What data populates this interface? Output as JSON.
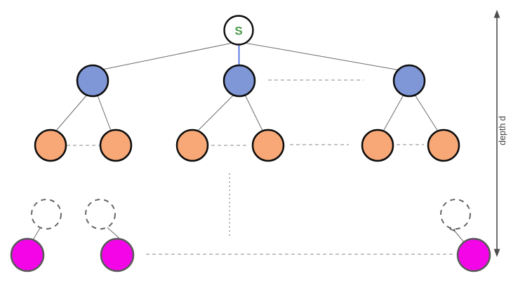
{
  "figure": {
    "root_label": "S",
    "depth_label": "depth d"
  },
  "colors": {
    "root_fill": "#ffffff",
    "root_label_color": "#4c9a48",
    "internal_fill": "#8097d7",
    "expanded_fill": "#f8a877",
    "frontier_fill": "#f305e8",
    "root_center_edge_stroke": "#3a5bd9",
    "edge_stroke": "#6b6b6b",
    "node_stroke": "#0d0d0d",
    "frontier_stroke": "#595959",
    "ghost_stroke": "#666666",
    "arrow_color": "#4d4d4d"
  },
  "counts": {
    "internal_nodes": 3,
    "expanded_nodes": 6,
    "frontier_nodes": 3,
    "ghost_nodes": 3
  }
}
